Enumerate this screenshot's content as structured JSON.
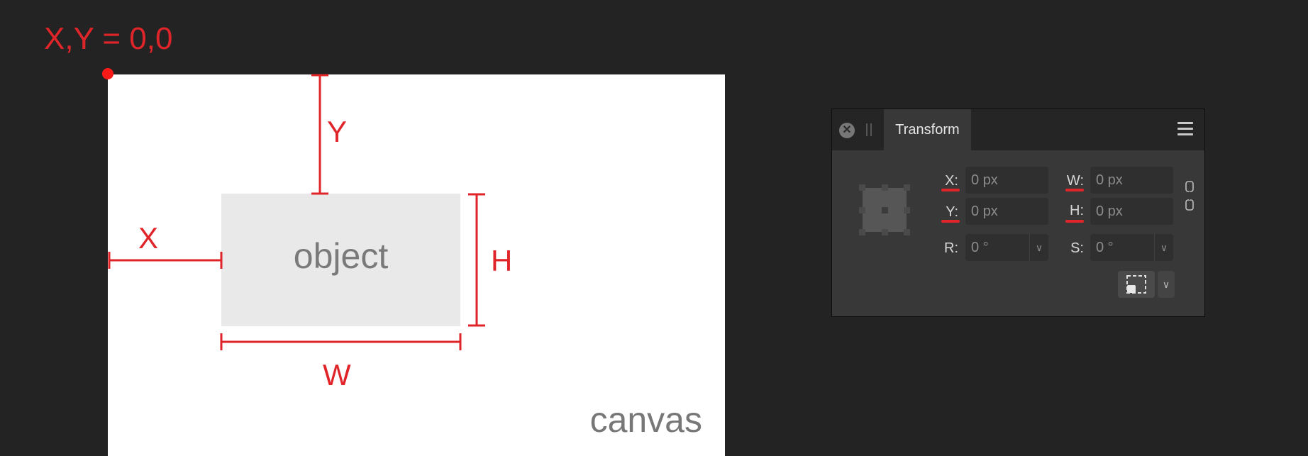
{
  "diagram": {
    "origin_label": "X,Y = 0,0",
    "canvas_label": "canvas",
    "object_label": "object",
    "x_label": "X",
    "y_label": "Y",
    "w_label": "W",
    "h_label": "H",
    "accent_color": "#e0252a"
  },
  "panel": {
    "tab_label": "Transform",
    "close_icon": "close-icon",
    "menu_icon": "hamburger-menu-icon",
    "fields": {
      "x": {
        "label": "X:",
        "value": "0 px"
      },
      "y": {
        "label": "Y:",
        "value": "0 px"
      },
      "w": {
        "label": "W:",
        "value": "0 px"
      },
      "h": {
        "label": "H:",
        "value": "0 px"
      },
      "r": {
        "label": "R:",
        "value": "0 °"
      },
      "s": {
        "label": "S:",
        "value": "0 °"
      }
    }
  }
}
